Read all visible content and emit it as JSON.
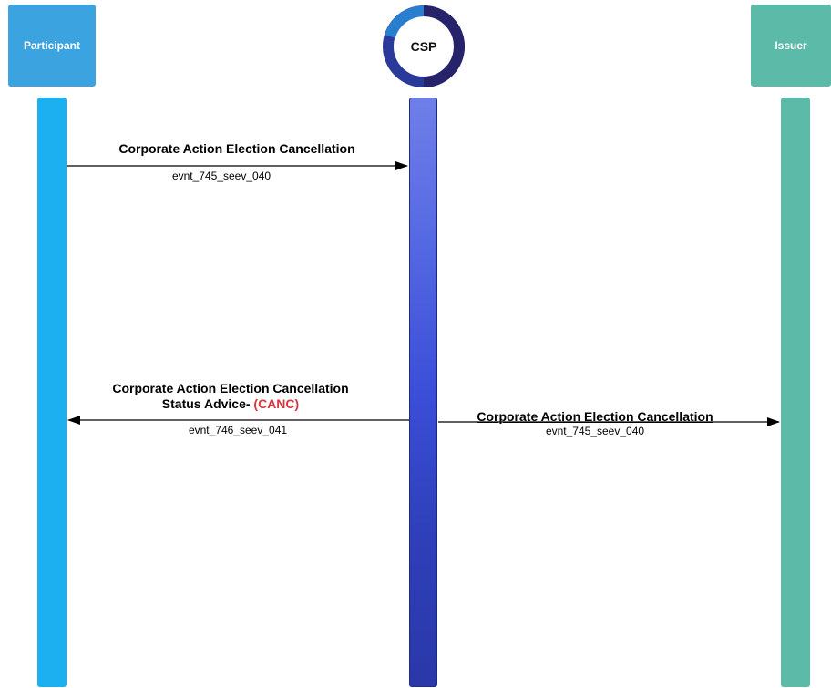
{
  "actors": {
    "participant": "Participant",
    "csp": "CSP",
    "issuer": "Issuer"
  },
  "messages": [
    {
      "title": "Corporate Action Election Cancellation",
      "code": "evnt_745_seev_040",
      "from": "Participant",
      "to": "CSP"
    },
    {
      "title_line1": "Corporate Action Election Cancellation",
      "title_line2": "Status Advice-",
      "status": "(CANC)",
      "code": "evnt_746_seev_041",
      "from": "CSP",
      "to": "Participant"
    },
    {
      "title": "Corporate Action Election Cancellation",
      "code": "evnt_745_seev_040",
      "from": "CSP",
      "to": "Issuer"
    }
  ],
  "colors": {
    "participant_box": "#3aa3e0",
    "participant_lifeline": "#1db0f0",
    "csp_lifeline_top": "#6f7fe8",
    "csp_lifeline_bottom": "#2a38a8",
    "issuer": "#5cbba8",
    "status_accent": "#d9363e"
  },
  "icons": {
    "csp_logo": "csp-ring-logo",
    "arrowheads": "arrowhead-icon"
  }
}
